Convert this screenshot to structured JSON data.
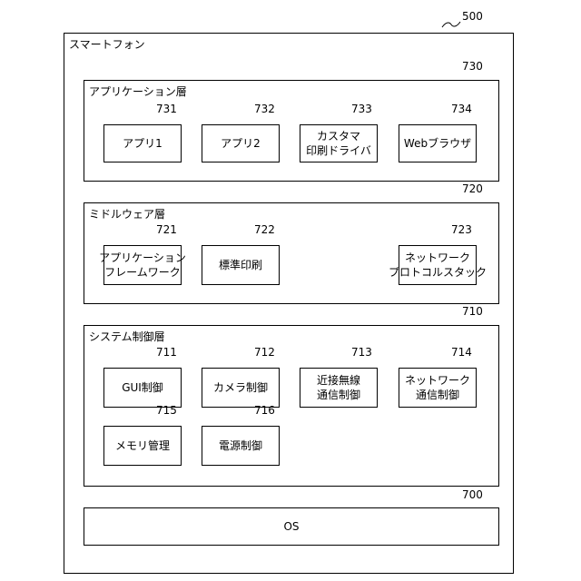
{
  "device": {
    "title": "スマートフォン",
    "ref": "500"
  },
  "layers": [
    {
      "title": "アプリケーション層",
      "ref": "730",
      "blocks": [
        {
          "ref": "731",
          "lines": [
            "アプリ1"
          ]
        },
        {
          "ref": "732",
          "lines": [
            "アプリ2"
          ]
        },
        {
          "ref": "733",
          "lines": [
            "カスタマ",
            "印刷ドライバ"
          ]
        },
        {
          "ref": "734",
          "lines": [
            "Webブラウザ"
          ]
        }
      ]
    },
    {
      "title": "ミドルウェア層",
      "ref": "720",
      "blocks": [
        {
          "ref": "721",
          "lines": [
            "アプリケーション",
            "フレームワーク"
          ]
        },
        {
          "ref": "722",
          "lines": [
            "標準印刷"
          ]
        },
        {
          "ref": "723",
          "lines": [
            "ネットワーク",
            "プロトコルスタック"
          ]
        }
      ]
    },
    {
      "title": "システム制御層",
      "ref": "710",
      "blocks": [
        {
          "ref": "711",
          "lines": [
            "GUI制御"
          ]
        },
        {
          "ref": "712",
          "lines": [
            "カメラ制御"
          ]
        },
        {
          "ref": "713",
          "lines": [
            "近接無線",
            "通信制御"
          ]
        },
        {
          "ref": "714",
          "lines": [
            "ネットワーク",
            "通信制御"
          ]
        },
        {
          "ref": "715",
          "lines": [
            "メモリ管理"
          ]
        },
        {
          "ref": "716",
          "lines": [
            "電源制御"
          ]
        }
      ]
    },
    {
      "title": "OS",
      "ref": "700",
      "blocks": []
    }
  ]
}
